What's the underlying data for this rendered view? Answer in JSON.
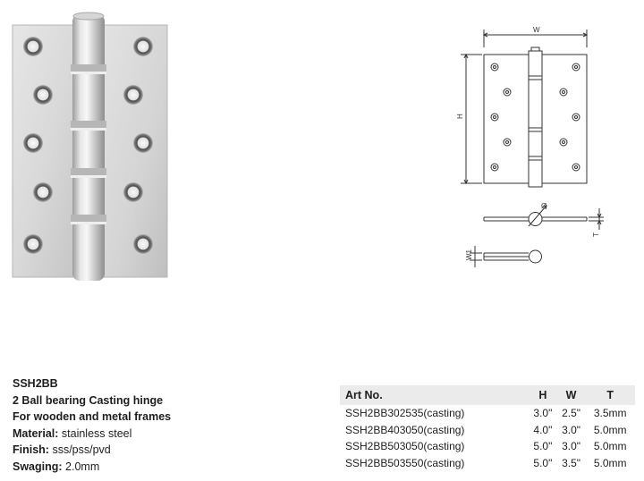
{
  "product": {
    "model": "SSH2BB",
    "name": "2 Ball bearing Casting hinge",
    "use": "For wooden and metal frames",
    "material_label": "Material:",
    "material_value": "stainless steel",
    "finish_label": "Finish:",
    "finish_value": "sss/pss/pvd",
    "swaging_label": "Swaging:",
    "swaging_value": "2.0mm"
  },
  "drawing": {
    "w_label": "W",
    "h_label": "H",
    "dia_label": "Ø",
    "t_label": "T",
    "w1_label": "W1"
  },
  "spec_table": {
    "headers": [
      "Art No.",
      "H",
      "W",
      "T"
    ],
    "rows": [
      [
        "SSH2BB302535(casting)",
        "3.0\"",
        "2.5\"",
        "3.5mm"
      ],
      [
        "SSH2BB403050(casting)",
        "4.0\"",
        "3.0\"",
        "5.0mm"
      ],
      [
        "SSH2BB503050(casting)",
        "5.0\"",
        "3.0\"",
        "5.0mm"
      ],
      [
        "SSH2BB503550(casting)",
        "5.0\"",
        "3.5\"",
        "5.0mm"
      ]
    ]
  },
  "colors": {
    "steel_light": "#eeeeee",
    "steel_mid": "#cfcfcf",
    "steel_dark": "#9a9a9a",
    "header_bg": "#ebebeb",
    "line": "#333333"
  }
}
